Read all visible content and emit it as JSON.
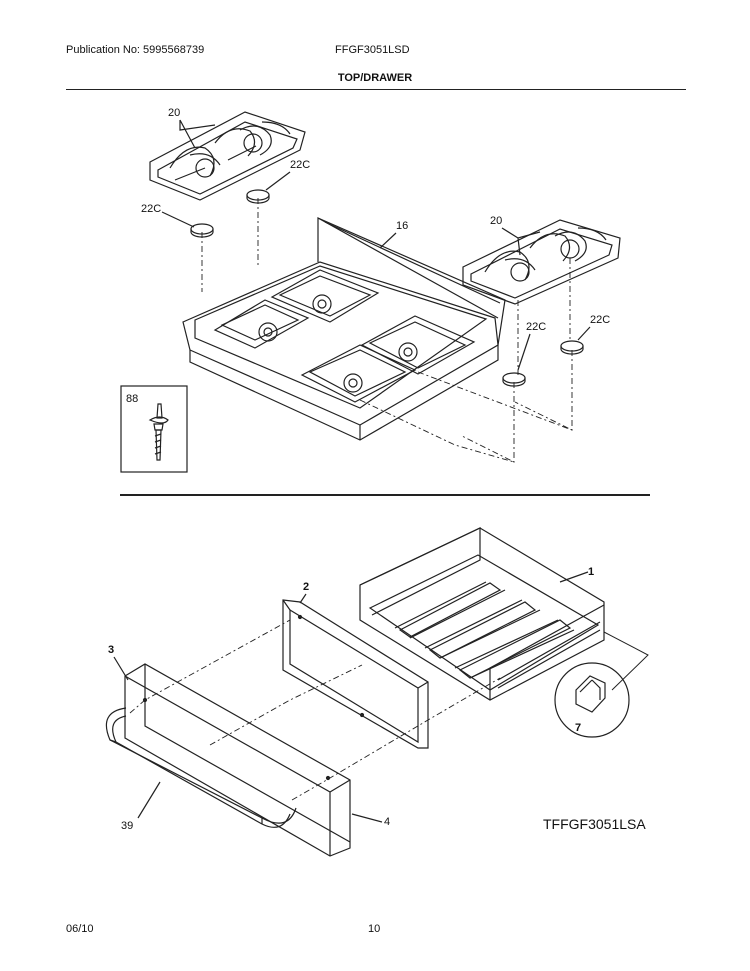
{
  "header": {
    "publication": "Publication No: 5995568739",
    "model": "FFGF3051LSD",
    "section_title": "TOP/DRAWER"
  },
  "callouts": {
    "grate_left": "20",
    "grate_right": "20",
    "cap_left_upper": "22C",
    "cap_left_lower": "22C",
    "cap_right_left": "22C",
    "cap_right_right": "22C",
    "top": "16",
    "screw": "88",
    "drawer_body": "1",
    "drawer_liner": "2",
    "drawer_front": "3",
    "handle": "39",
    "front_panel": "4",
    "clip": "7"
  },
  "diagram_code": "TFFGF3051LSA",
  "footer": {
    "date": "06/10",
    "page": "10"
  }
}
